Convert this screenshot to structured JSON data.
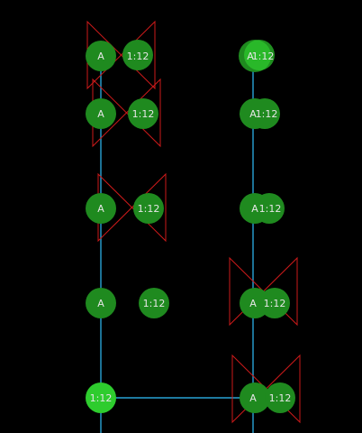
{
  "colors": {
    "background": "#000000",
    "pad": "#1f8a1f",
    "pad_highlight": "#2ecc2e",
    "trace": "#29a3d6",
    "marker": "#cc1a1a"
  },
  "nets": [
    {
      "id": "left-net",
      "label": "A"
    },
    {
      "id": "right-net",
      "label": "A"
    }
  ],
  "rows": [
    {
      "row": 1,
      "left": {
        "a": "A",
        "b": "1:12"
      },
      "right": {
        "a": "A",
        "b": "1:12"
      }
    },
    {
      "row": 2,
      "left": {
        "a": "A",
        "b": "1:12"
      },
      "right": {
        "a": "A",
        "b": "1:12"
      }
    },
    {
      "row": 3,
      "left": {
        "a": "A",
        "b": "1:12"
      },
      "right": {
        "a": "A",
        "b": "1:12"
      }
    },
    {
      "row": 4,
      "left": {
        "a": "A",
        "b": "1:12"
      },
      "right": {
        "a": "A",
        "b": "1:12"
      }
    },
    {
      "row": 5,
      "left": {
        "a": "1:12"
      },
      "right": {
        "a": "A",
        "b": "1:12"
      }
    }
  ]
}
